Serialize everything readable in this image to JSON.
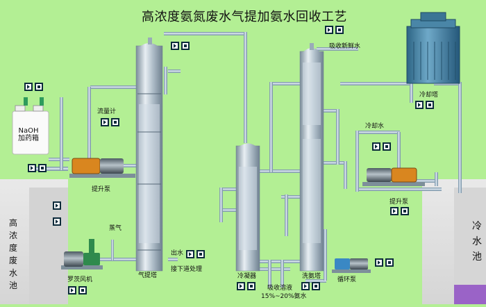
{
  "title": "高浓度氨氮废水气提加氨水回收工艺",
  "labels": {
    "naoh_tank": "NaOH\n加药箱",
    "flowmeter": "流量计",
    "lift_pump_left": "提升泵",
    "steam": "蒸气",
    "blower": "罗茨风机",
    "stripping_tower": "气提塔",
    "water_out": "出水",
    "next_treatment": "接下道处理",
    "condenser": "冷凝器",
    "absorb_solution": "吸收溶液",
    "ammonia_conc": "15%~20%氨水",
    "ammonia_washer": "洗氨塔",
    "circ_pump": "循环泵",
    "absorb_fresh_water": "吸收新鲜水",
    "cooling_tower": "冷却塔",
    "cooling_water": "冷却水",
    "lift_pump_right": "提升泵",
    "high_conc_pool": "高浓度废水池",
    "cold_pool": "冷水池"
  },
  "high_conc_pool_chars": [
    "高",
    "浓",
    "度",
    "废",
    "水",
    "池"
  ],
  "cold_pool_chars": [
    "冷",
    "水",
    "池"
  ],
  "colors": {
    "background": "#b3ef94",
    "pipe": "#8aa7bd",
    "pipe_highlight": "#dce8f1",
    "tower": "#a9b9c6",
    "cooling_tower": "#3f7d9e",
    "pool_purple": "#9a63c7",
    "coil": "#d9861f"
  },
  "icons": {
    "control_play": "play-icon",
    "control_stop": "stop-icon"
  }
}
